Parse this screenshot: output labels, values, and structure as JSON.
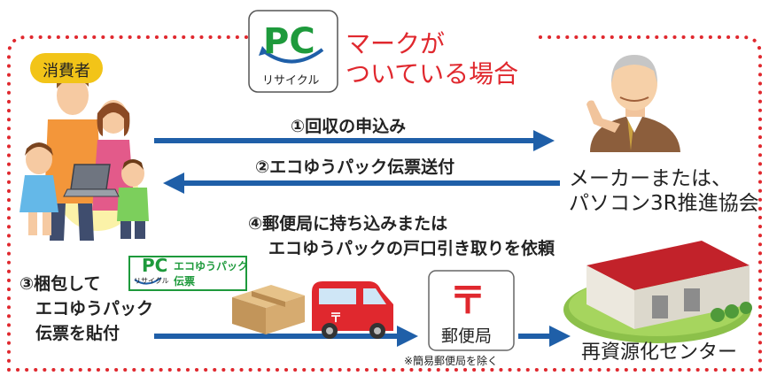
{
  "header": {
    "pc_logo_text": "PC",
    "pc_logo_sub": "リサイクル",
    "title_line1": "マークが",
    "title_line2": "ついている場合"
  },
  "consumer": {
    "label": "消費者"
  },
  "maker": {
    "line1": "メーカーまたは、",
    "line2": "パソコン3R推進協会"
  },
  "steps": {
    "step1": "①回収の申込み",
    "step2": "②エコゆうパック伝票送付",
    "step3_line1": "③梱包して",
    "step3_line2": "エコゆうパック",
    "step3_line3": "伝票を貼付",
    "step4_line1": "④郵便局に持ち込みまたは",
    "step4_line2": "エコゆうパックの戸口引き取りを依頼"
  },
  "slip": {
    "pc": "PC",
    "sub": "リサイクル",
    "line1": "エコゆうパック",
    "line2": "伝票"
  },
  "post_office": {
    "symbol": "〒",
    "label": "郵便局",
    "note": "※簡易郵便局を除く"
  },
  "recycle_center": {
    "label": "再資源化センター"
  },
  "colors": {
    "arrow": "#1f5fa8",
    "dotted_border": "#e0282e",
    "title_red": "#e0282e",
    "pc_green": "#1e9a3c",
    "badge": "#f2c418"
  }
}
